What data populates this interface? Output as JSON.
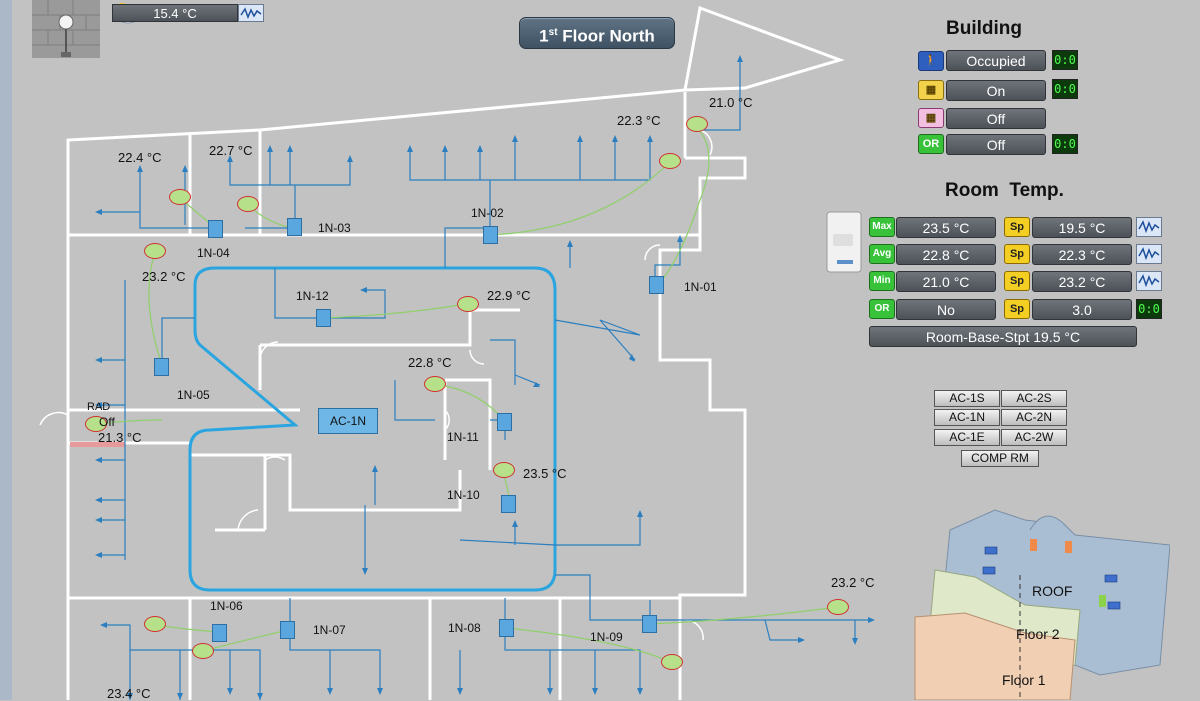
{
  "header": {
    "title": "1st Floor North",
    "title_suffix": "st",
    "title_number": "1"
  },
  "outside": {
    "temperature": "15.4 °C"
  },
  "building": {
    "heading": "Building",
    "rows": [
      {
        "value": "Occupied",
        "digit": "0:0"
      },
      {
        "value": "On",
        "digit": "0:0"
      },
      {
        "value": "Off"
      },
      {
        "icon_text": "OR",
        "value": "Off",
        "digit": "0:0"
      }
    ]
  },
  "room_temp": {
    "heading": "Room  Temp.",
    "left": [
      {
        "tag": "Max",
        "value": "23.5 °C"
      },
      {
        "tag": "Avg",
        "value": "22.8 °C"
      },
      {
        "tag": "Min",
        "value": "21.0 °C"
      },
      {
        "tag": "OR",
        "value": "No"
      }
    ],
    "right": [
      {
        "tag": "Sp",
        "value": "19.5 °C"
      },
      {
        "tag": "Sp",
        "value": "22.3 °C"
      },
      {
        "tag": "Sp",
        "value": "23.2 °C"
      },
      {
        "tag": "Sp",
        "value": "3.0",
        "digit": "0:0"
      }
    ],
    "base_setpoint": "Room-Base-Stpt 19.5 °C"
  },
  "ac_buttons": [
    "AC-1S",
    "AC-2S",
    "AC-1N",
    "AC-2N",
    "AC-1E",
    "AC-2W",
    "COMP RM"
  ],
  "floor_plan": {
    "ahu": "AC-1N",
    "radiator": {
      "label": "RAD",
      "state": "Off"
    },
    "zones": [
      "1N-01",
      "1N-02",
      "1N-03",
      "1N-04",
      "1N-05",
      "1N-06",
      "1N-07",
      "1N-08",
      "1N-09",
      "1N-10",
      "1N-11",
      "1N-12"
    ],
    "temperatures": [
      "22.4 °C",
      "22.7 °C",
      "22.3 °C",
      "21.0 °C",
      "23.2 °C",
      "22.9 °C",
      "22.8 °C",
      "21.3 °C",
      "23.5 °C",
      "23.2 °C",
      "23.4 °C"
    ]
  },
  "minimap": {
    "roof": "ROOF",
    "floor2": "Floor 2",
    "floor1": "Floor 1"
  }
}
